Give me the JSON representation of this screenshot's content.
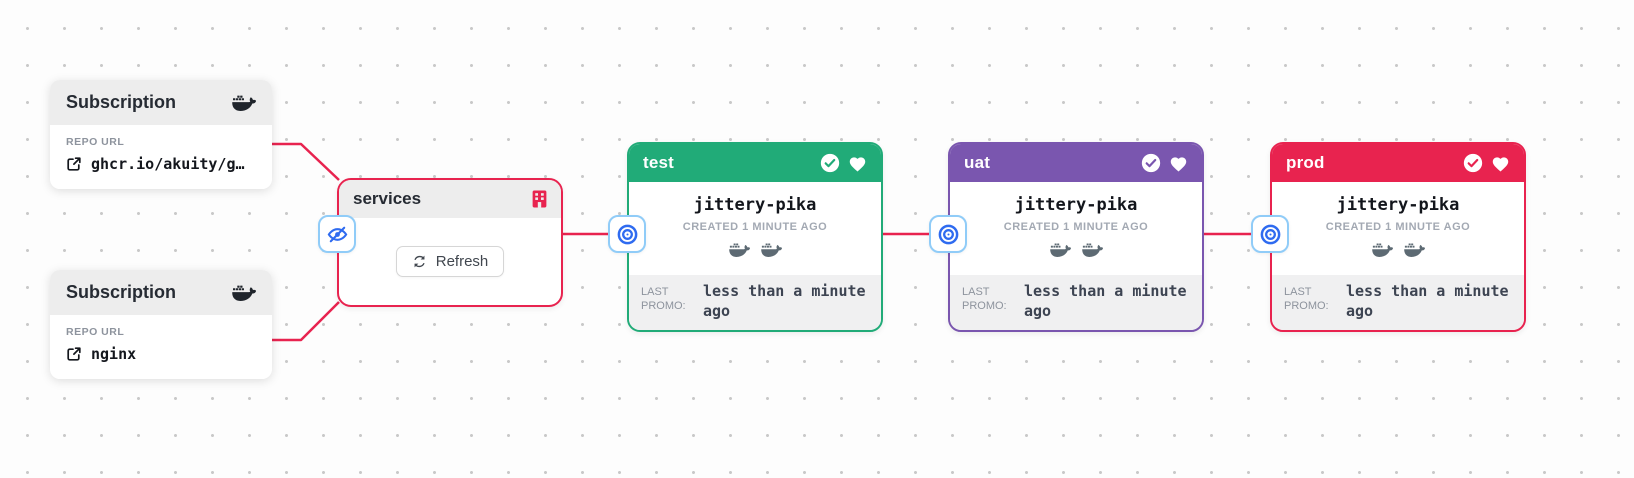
{
  "colors": {
    "crimson": "#e8234f",
    "green": "#21ab78",
    "purple": "#7a56af",
    "blue_icon": "#2f6bf0",
    "chip_border": "#90ccf8",
    "card_header_bg": "#ededed",
    "footer_bg": "#f0f0f1",
    "text_dark": "#262b33",
    "text_gray": "#8d939d",
    "icon_gray": "#5d6a73",
    "connection": "#e8234f"
  },
  "icons": {
    "docker": "docker-whale",
    "external_link": "arrow-out-of-box",
    "refresh": "sync-arrows",
    "warehouse": "red-building",
    "eye_hidden": "eye-slash",
    "stage_port": "bullseye-target",
    "health": "check-circle",
    "favorite": "heart"
  },
  "subscriptions": [
    {
      "title": "Subscription",
      "field_label": "REPO URL",
      "repo": "ghcr.io/akuity/g…"
    },
    {
      "title": "Subscription",
      "field_label": "REPO URL",
      "repo": "nginx"
    }
  ],
  "warehouse": {
    "title": "services",
    "refresh_label": "Refresh"
  },
  "stages": [
    {
      "label": "test",
      "color": "#21ab78",
      "freight_name": "jittery-pika",
      "created": "CREATED 1 MINUTE AGO",
      "last_promo_label": "LAST PROMO:",
      "last_promo_value": "less than a minute ago"
    },
    {
      "label": "uat",
      "color": "#7a56af",
      "freight_name": "jittery-pika",
      "created": "CREATED 1 MINUTE AGO",
      "last_promo_label": "LAST PROMO:",
      "last_promo_value": "less than a minute ago"
    },
    {
      "label": "prod",
      "color": "#e8234f",
      "freight_name": "jittery-pika",
      "created": "CREATED 1 MINUTE AGO",
      "last_promo_label": "LAST PROMO:",
      "last_promo_value": "less than a minute ago"
    }
  ]
}
